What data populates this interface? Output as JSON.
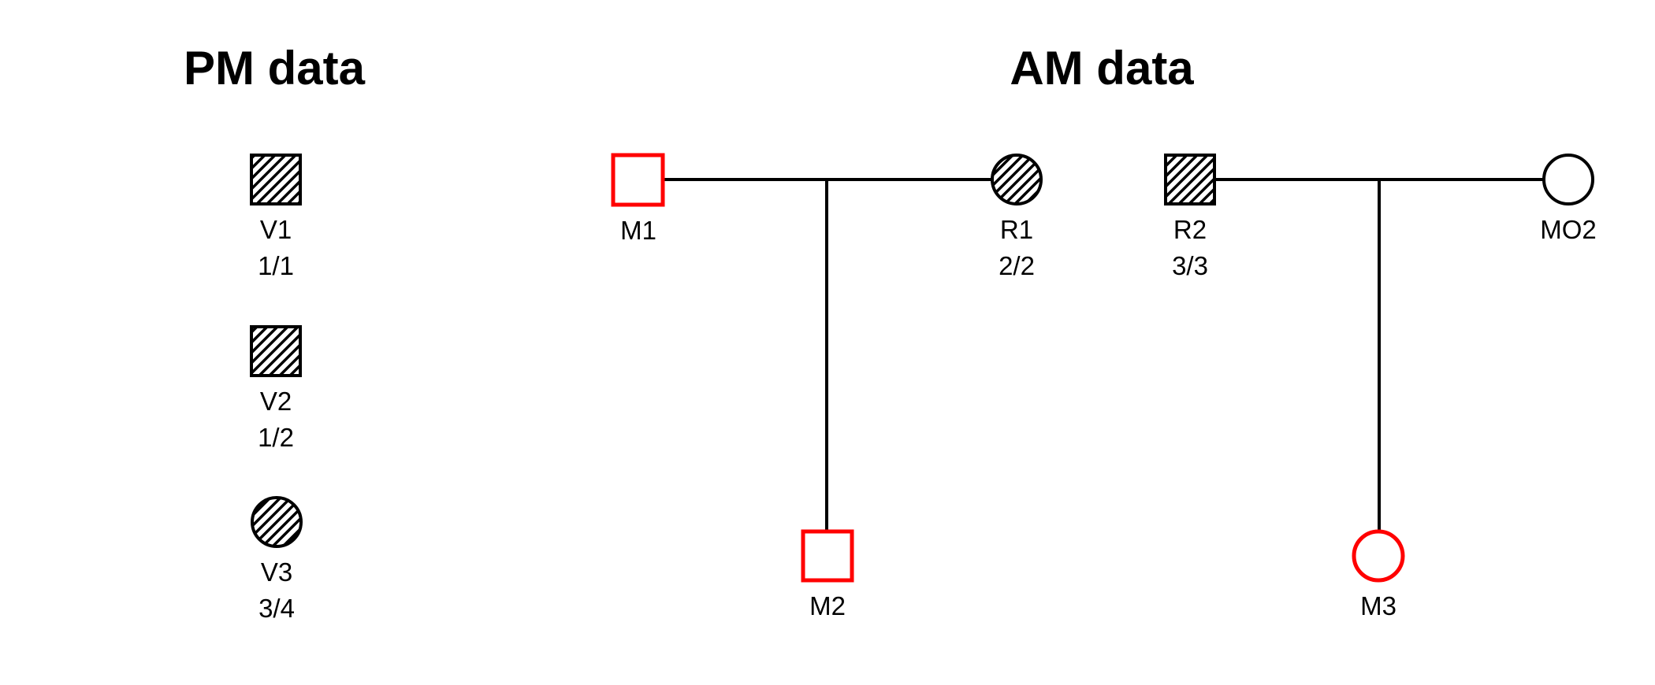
{
  "titles": {
    "pm": "PM data",
    "am": "AM data"
  },
  "legend": {
    "items": [
      {
        "id": "V1",
        "genotype": "1/1",
        "shape": "square",
        "fill": "hatched"
      },
      {
        "id": "V2",
        "genotype": "1/2",
        "shape": "square",
        "fill": "hatched"
      },
      {
        "id": "V3",
        "genotype": "3/4",
        "shape": "circle",
        "fill": "hatched"
      }
    ]
  },
  "families": [
    {
      "father": {
        "id": "M1",
        "shape": "square",
        "fill": "open",
        "color": "red"
      },
      "mother": {
        "id": "R1",
        "genotype": "2/2",
        "shape": "circle",
        "fill": "hatched",
        "color": "black"
      },
      "child": {
        "id": "M2",
        "shape": "square",
        "fill": "open",
        "color": "red"
      }
    },
    {
      "father": {
        "id": "R2",
        "genotype": "3/3",
        "shape": "square",
        "fill": "hatched",
        "color": "black"
      },
      "mother": {
        "id": "MO2",
        "shape": "circle",
        "fill": "open",
        "color": "black"
      },
      "child": {
        "id": "M3",
        "shape": "circle",
        "fill": "open",
        "color": "red"
      }
    }
  ],
  "colors": {
    "highlight": "#ff0000",
    "stroke": "#000000",
    "background": "#ffffff"
  }
}
